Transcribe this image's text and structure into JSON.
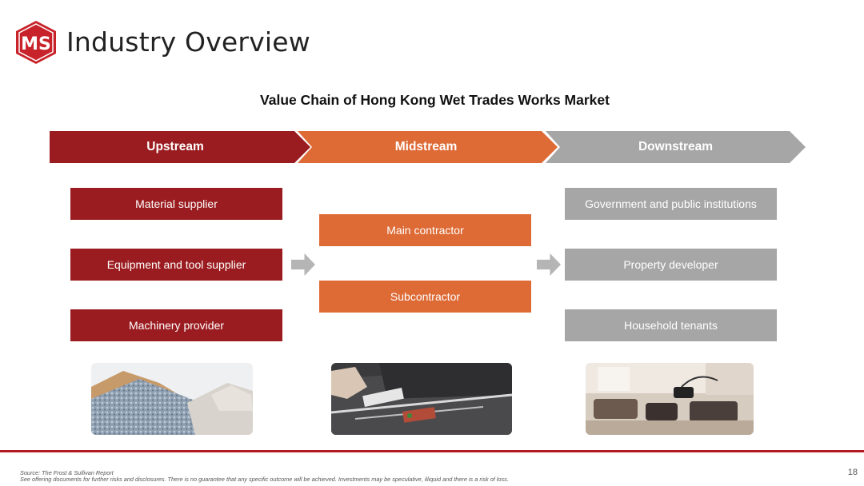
{
  "header": {
    "logo_text": "MS",
    "title": "Industry Overview"
  },
  "diagram": {
    "title": "Value Chain of Hong Kong Wet Trades Works Market",
    "stages": [
      {
        "label": "Upstream"
      },
      {
        "label": "Midstream"
      },
      {
        "label": "Downstream"
      }
    ],
    "upstream_items": [
      "Material supplier",
      "Equipment and tool supplier",
      "Machinery provider"
    ],
    "midstream_items": [
      "Main contractor",
      "Subcontractor"
    ],
    "downstream_items": [
      "Government and public institutions",
      "Property developer",
      "Household tenants"
    ],
    "colors": {
      "upstream": "#9b1c20",
      "midstream": "#de6a35",
      "downstream": "#a6a6a6",
      "arrow": "#b5b5b5"
    }
  },
  "footer": {
    "source": "Source: The Frost & Sullivan Report",
    "disclaimer": "See offering documents for further risks and disclosures. There is no guarantee that any specific outcome will be achieved. Investments may be speculative, illiquid and there is a risk of loss.",
    "page_number": "18"
  }
}
